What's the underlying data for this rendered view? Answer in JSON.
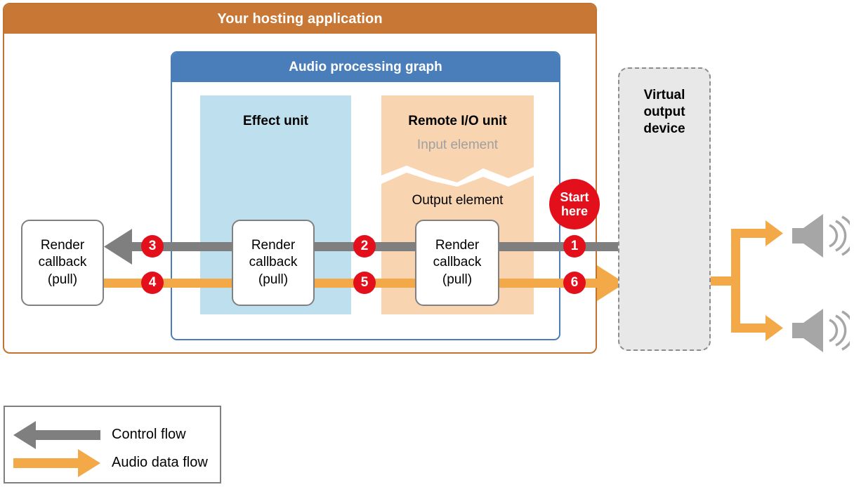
{
  "hosting_app": {
    "title": "Your hosting application"
  },
  "audio_graph": {
    "title": "Audio processing graph"
  },
  "effect_unit": {
    "label": "Effect unit"
  },
  "remote_io_unit": {
    "title": "Remote I/O unit",
    "input_element": "Input element",
    "output_element": "Output element"
  },
  "render_callbacks": {
    "app": "Render\ncallback\n(pull)",
    "effect": "Render\ncallback\n(pull)",
    "io": "Render\ncallback\n(pull)"
  },
  "start_badge": {
    "label": "Start\nhere"
  },
  "steps": [
    {
      "number": "1",
      "flow": "control"
    },
    {
      "number": "2",
      "flow": "control"
    },
    {
      "number": "3",
      "flow": "control"
    },
    {
      "number": "4",
      "flow": "audio"
    },
    {
      "number": "5",
      "flow": "audio"
    },
    {
      "number": "6",
      "flow": "audio"
    }
  ],
  "virtual_output_device": {
    "label": "Virtual\noutput\ndevice"
  },
  "speakers": [
    {
      "name": "speaker-top"
    },
    {
      "name": "speaker-bottom"
    }
  ],
  "legend": {
    "items": [
      {
        "label": "Control flow",
        "direction": "left",
        "color": "#7F7F7F"
      },
      {
        "label": "Audio data flow",
        "direction": "right",
        "color": "#F4A949"
      }
    ]
  },
  "colors": {
    "hosting_header": "#C87735",
    "graph_header": "#4A7EBB",
    "effect_fill": "#BEDFED",
    "remote_io_fill": "#F8D5B0",
    "control_flow": "#7F7F7F",
    "audio_flow": "#F4A949",
    "badge": "#E3101B",
    "device_fill": "#E8E8E8",
    "speaker": "#A6A6A6"
  }
}
